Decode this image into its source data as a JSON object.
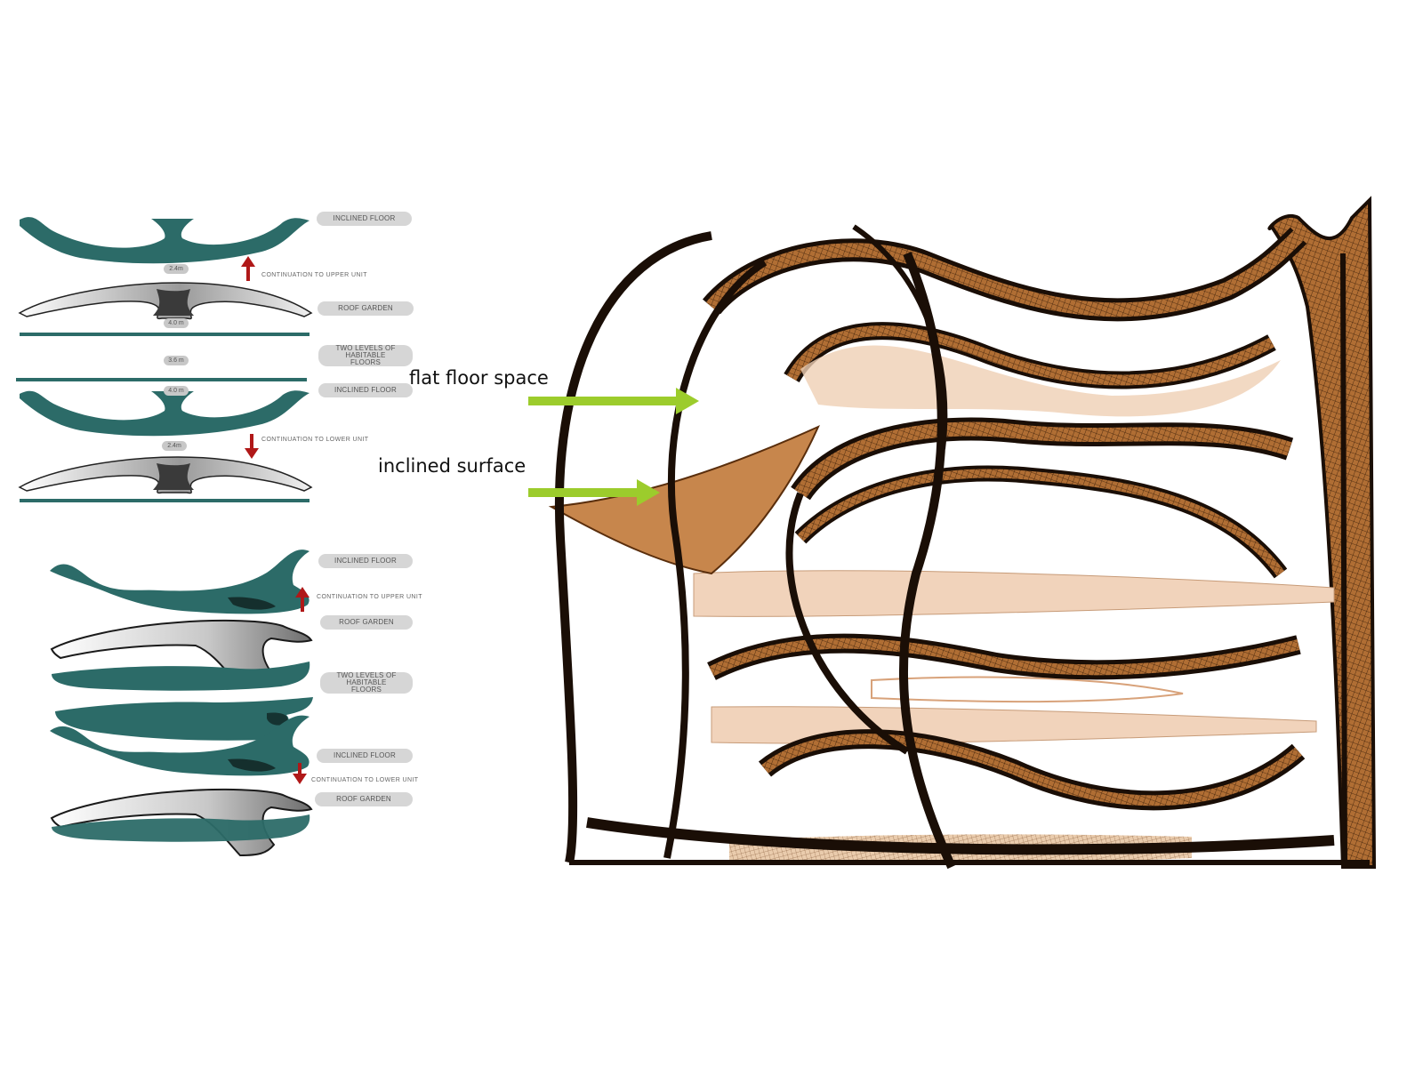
{
  "labels": {
    "inclined_floor": "INCLINED FLOOR",
    "roof_garden": "ROOF GARDEN",
    "two_levels": "TWO LEVELS OF HABITABLE FLOORS",
    "continuation_upper": "CONTINUATION TO UPPER UNIT",
    "continuation_lower": "CONTINUATION TO LOWER UNIT"
  },
  "dimensions": {
    "d1": "2.4m",
    "d2": "4.0 m",
    "d3": "3.6 m",
    "d4": "4.0 m",
    "d5": "2.4m"
  },
  "annotations": {
    "flat_floor_space": "flat floor space",
    "inclined_surface": "inclined surface"
  },
  "colors": {
    "teal": "#2c6b68",
    "arrow_red": "#b01818",
    "arrow_green": "#9ccc2c",
    "bronze": "#a0612a",
    "peach": "#f0d2b8",
    "dark": "#1a0e06"
  }
}
